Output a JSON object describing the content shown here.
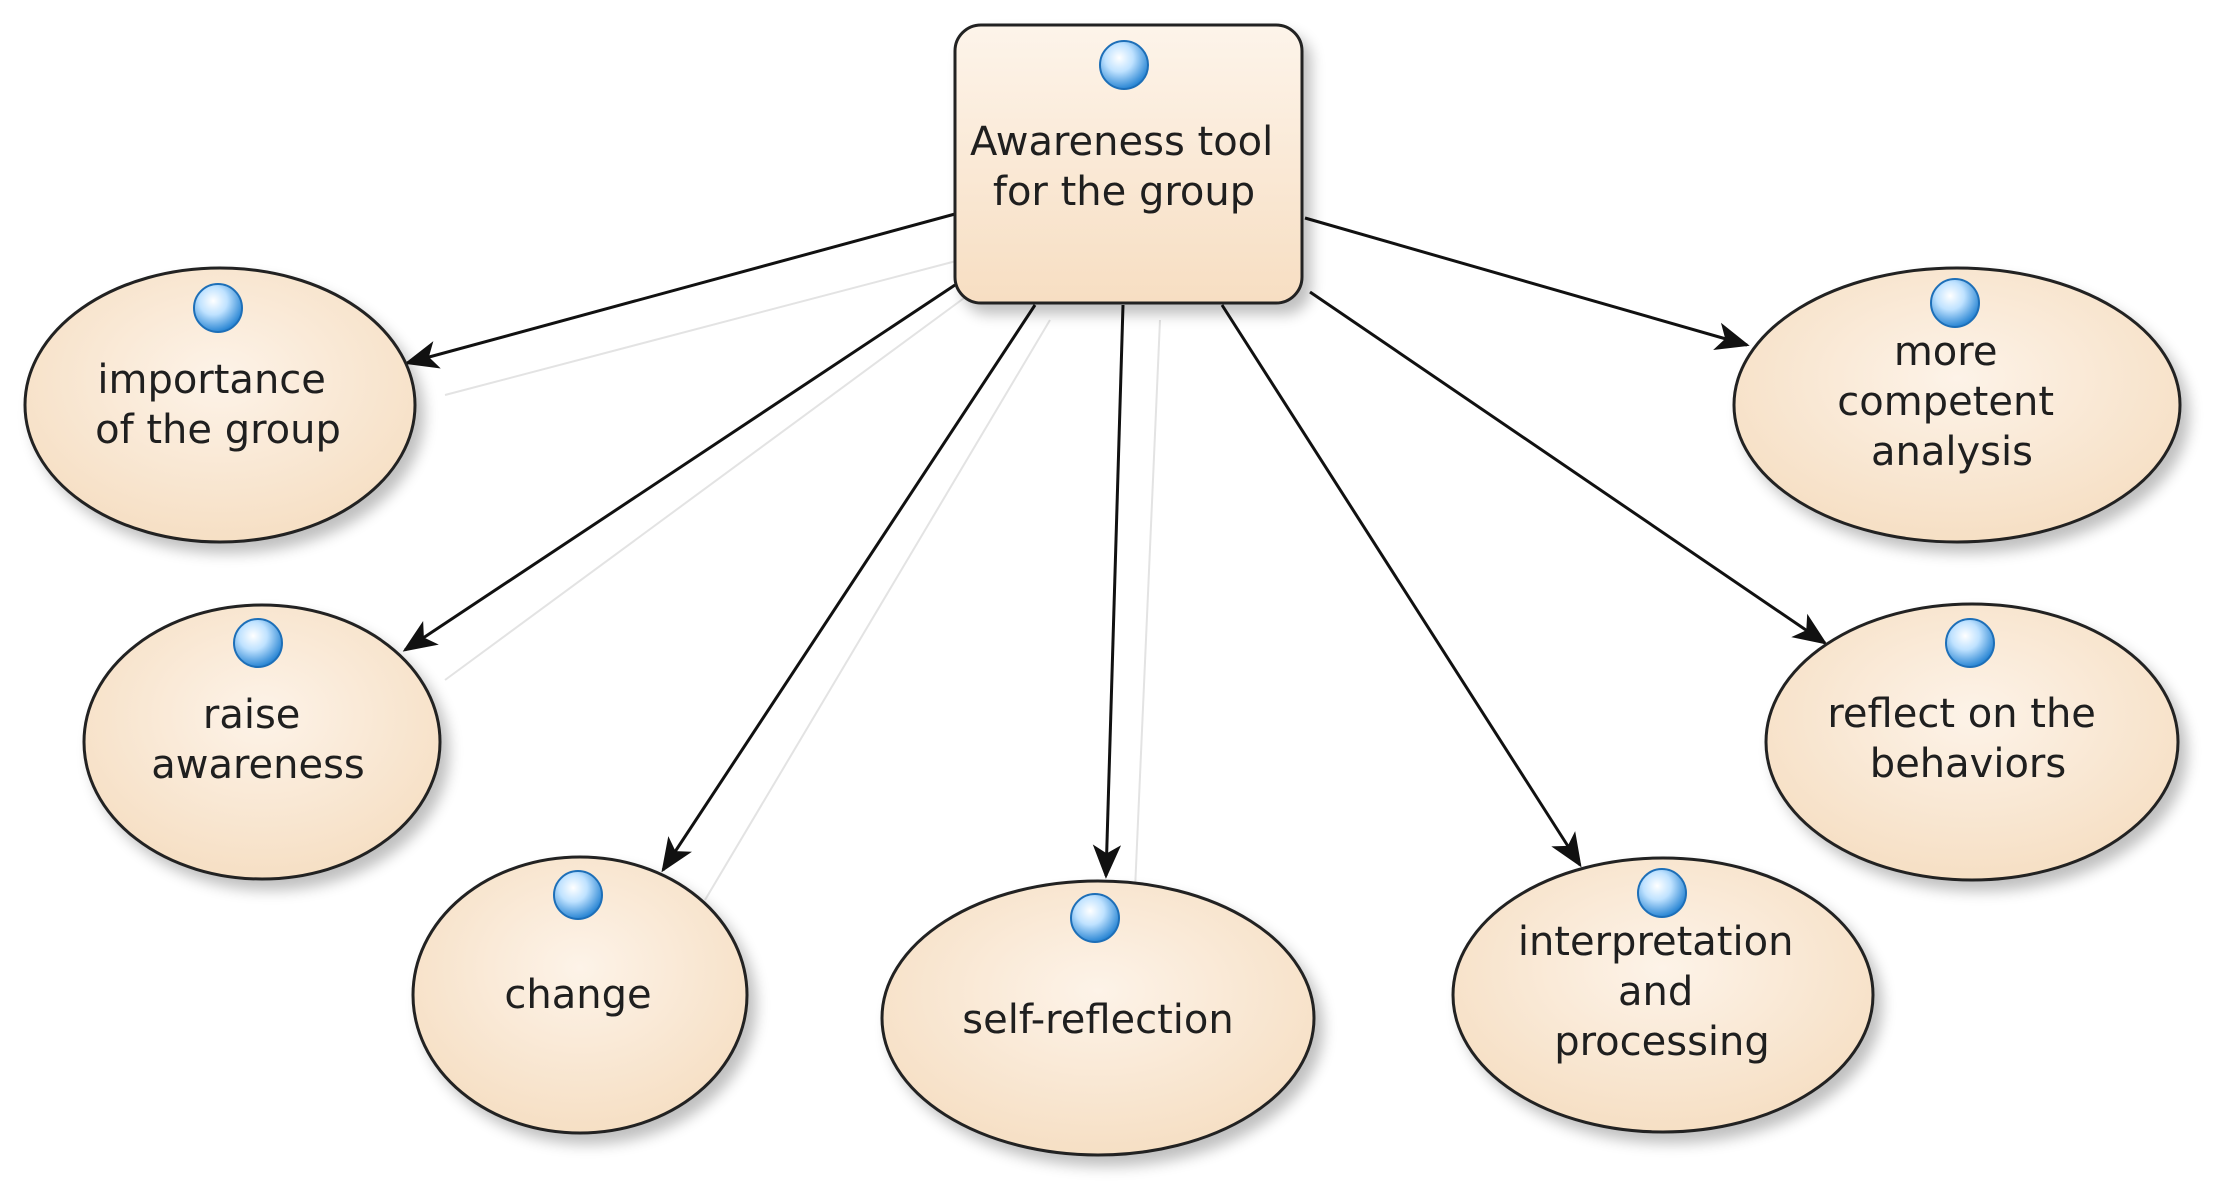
{
  "center": {
    "lines": [
      "Awareness tool",
      "for the group"
    ]
  },
  "nodes": [
    {
      "id": "importance",
      "lines": [
        "importance",
        "of the group"
      ]
    },
    {
      "id": "raise",
      "lines": [
        "raise",
        "awareness"
      ]
    },
    {
      "id": "change",
      "lines": [
        "change"
      ]
    },
    {
      "id": "self",
      "lines": [
        "self-reflection"
      ]
    },
    {
      "id": "interpretation",
      "lines": [
        "interpretation",
        "and",
        "processing"
      ]
    },
    {
      "id": "reflect",
      "lines": [
        "reflect on the",
        "behaviors"
      ]
    },
    {
      "id": "competent",
      "lines": [
        "more",
        "competent",
        "analysis"
      ]
    }
  ],
  "colors": {
    "node_fill_light": "#fdf1e4",
    "node_fill_dark": "#f5dcc0",
    "stroke": "#222222",
    "marker_blue": "#2f8fd8",
    "marker_light": "#e6f4ff"
  },
  "icons": {
    "node_marker": "blue-sphere-icon"
  }
}
